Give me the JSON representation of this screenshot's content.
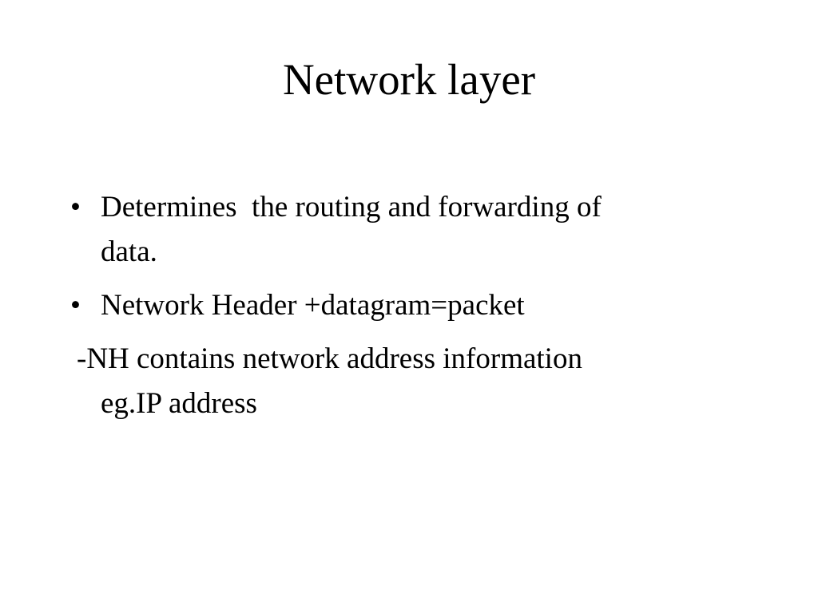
{
  "slide": {
    "title": "Network layer",
    "bullets": [
      {
        "bullet": "•",
        "line1": "Determines  the routing and forwarding of",
        "line2": "data."
      },
      {
        "bullet": "•",
        "line1": "Network Header +datagram=packet"
      }
    ],
    "sub_item": {
      "line1": "-NH contains network address information",
      "line2": "eg.IP address"
    }
  }
}
